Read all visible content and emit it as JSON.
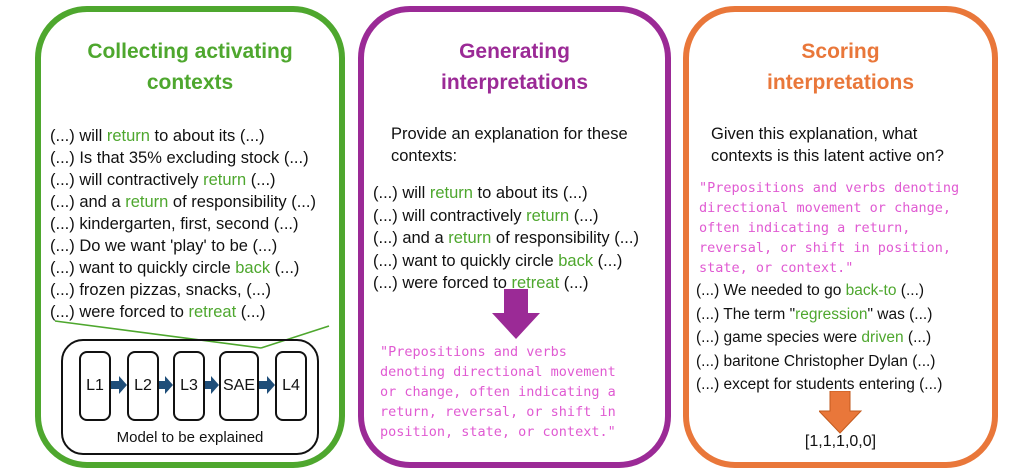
{
  "panels": [
    {
      "title_line1": "Collecting activating",
      "title_line2": "contexts",
      "contexts": [
        {
          "pre": "(...) will ",
          "hl": "return",
          "post": " to about its (...)"
        },
        {
          "pre": "(...)  Is that 35% excluding stock (...)",
          "hl": "",
          "post": ""
        },
        {
          "pre": "(...) will contractively ",
          "hl": "return",
          "post": " (...)"
        },
        {
          "pre": "(...) and a ",
          "hl": "return",
          "post": " of responsibility (...)"
        },
        {
          "pre": "(...) kindergarten, first, second (...)",
          "hl": "",
          "post": ""
        },
        {
          "pre": "(...) Do we want 'play' to be (...)",
          "hl": "",
          "post": ""
        },
        {
          "pre": "(...) want to quickly circle ",
          "hl": "back",
          "post": " (...)"
        },
        {
          "pre": "(...) frozen pizzas, snacks, (...)",
          "hl": "",
          "post": ""
        },
        {
          "pre": "(...) were forced to ",
          "hl": "retreat",
          "post": " (...)"
        }
      ],
      "model": {
        "layers": [
          "L1",
          "L2",
          "L3",
          "SAE",
          "L4"
        ],
        "label": "Model to be explained"
      }
    },
    {
      "title_line1": "Generating",
      "title_line2": "interpretations",
      "instruction": "Provide an explanation for these contexts:",
      "contexts": [
        {
          "pre": "(...) will ",
          "hl": "return",
          "post": " to about its (...)"
        },
        {
          "pre": "(...) will contractively ",
          "hl": "return",
          "post": " (...)"
        },
        {
          "pre": "(...) and a ",
          "hl": "return",
          "post": " of responsibility (...)"
        },
        {
          "pre": "(...) want to quickly circle ",
          "hl": "back",
          "post": " (...)"
        },
        {
          "pre": "(...) were forced to ",
          "hl": "retreat",
          "post": " (...)"
        }
      ],
      "explanation": "\"Prepositions and verbs\ndenoting directional movement\nor change, often indicating a\nreturn, reversal, or shift in\nposition, state, or context.\""
    },
    {
      "title_line1": "Scoring",
      "title_line2": "interpretations",
      "instruction": "Given this explanation, what contexts is this latent active on?",
      "explanation": "\"Prepositions and verbs denoting\ndirectional movement or change,\noften indicating a return,\nreversal, or shift in position,\nstate, or context.\"",
      "contexts": [
        {
          "pre": "(...) We needed to go ",
          "hl": "back-to",
          "post": " (...)"
        },
        {
          "pre": "(...) The term \"",
          "hl": "regression",
          "post": "\" was (...)"
        },
        {
          "pre": "(...) game species were ",
          "hl": "driven",
          "post": " (...)"
        },
        {
          "pre": "(...) baritone Christopher Dylan (...)",
          "hl": "",
          "post": ""
        },
        {
          "pre": "(...) except for students entering (...)",
          "hl": "",
          "post": ""
        }
      ],
      "score": "[1,1,1,0,0]"
    }
  ],
  "colors": {
    "green": "#4ea72e",
    "purple": "#9b2a96",
    "orange": "#e9773a",
    "pink_text": "#e05ad2"
  }
}
